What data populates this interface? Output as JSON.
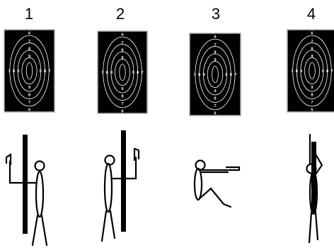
{
  "positions": [
    {
      "number": "1",
      "target": {
        "rings_vertical": [
          "6",
          "7",
          "8",
          "9",
          "9",
          "8",
          "7",
          "6"
        ],
        "rings_left": [
          "7",
          "8",
          "9"
        ],
        "rings_right": [
          "9",
          "8",
          "7"
        ]
      }
    },
    {
      "number": "2",
      "target": {
        "rings_vertical": [
          "6",
          "7",
          "8",
          "9",
          "9",
          "8",
          "7",
          "6"
        ],
        "rings_left": [
          "7",
          "8",
          "9"
        ],
        "rings_right": [
          "9",
          "8",
          "7"
        ]
      }
    },
    {
      "number": "3",
      "target": {
        "rings_vertical": [
          "6",
          "7",
          "8",
          "9",
          "9",
          "8",
          "7",
          "6"
        ],
        "rings_left": [
          "7",
          "8",
          "9"
        ],
        "rings_right": [
          "9",
          "8",
          "7"
        ]
      }
    },
    {
      "number": "4",
      "target": {
        "rings_vertical": [
          "6",
          "7",
          "8",
          "9",
          "9",
          "8",
          "7",
          "6"
        ],
        "rings_left": [
          "7",
          "8",
          "9"
        ],
        "rings_right": [
          "9",
          "8",
          "7"
        ]
      }
    }
  ],
  "colors": {
    "target_background": "#000000",
    "target_border": "#aaaaaa",
    "ring_stroke": "#ffffff",
    "figure_stroke": "#000000",
    "barricade_fill": "#000000"
  }
}
